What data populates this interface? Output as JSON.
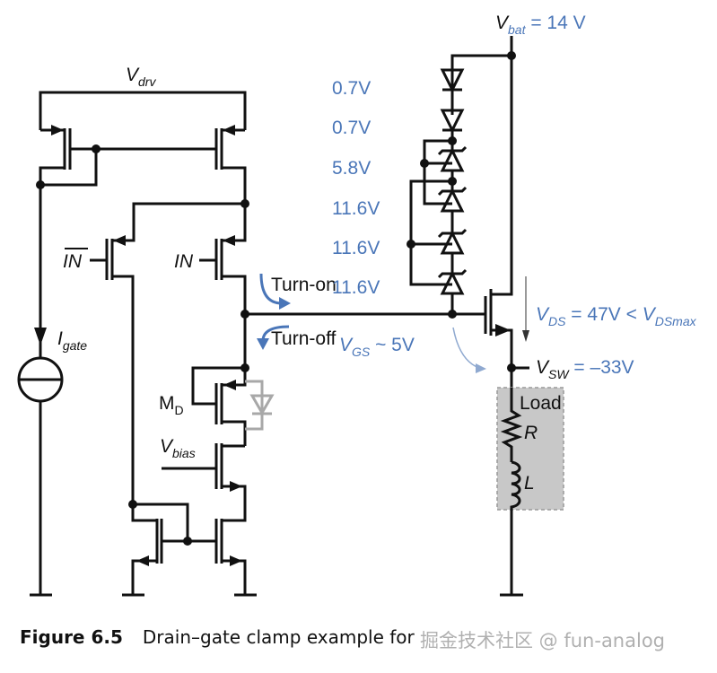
{
  "labels": {
    "vdrv": {
      "main": "V",
      "sub": "drv"
    },
    "igate": {
      "main": "I",
      "sub": "gate"
    },
    "in_bar": "IN",
    "in": "IN",
    "md": {
      "main": "M",
      "sub": "D"
    },
    "vbias": {
      "main": "V",
      "sub": "bias"
    },
    "turn_on": "Turn-on",
    "turn_off": "Turn-off",
    "load": "Load",
    "r": "R",
    "l": "L"
  },
  "annotations": {
    "vbat": {
      "main": "V",
      "sub": "bat",
      "value": " = 14 V"
    },
    "clamp_voltages": [
      "0.7V",
      "0.7V",
      "5.8V",
      "11.6V",
      "11.6V",
      "11.6V"
    ],
    "vgs": {
      "main": "V",
      "sub": "GS",
      "value": " ~ 5V"
    },
    "vds": {
      "main": "V",
      "sub": "DS",
      "value": " = 47V < ",
      "main2": "V",
      "sub2": "DSmax"
    },
    "vsw": {
      "main": "V",
      "sub": "SW",
      "value": " = –33V"
    }
  },
  "caption": {
    "figure": "Figure 6.5",
    "text": "Drain–gate clamp example for"
  },
  "watermark": "掘金技术社区 @ fun-analog",
  "colors": {
    "annotation": "#4a76b8",
    "wire": "#111111",
    "load_fill": "#c8c8c8",
    "body_diode": "#a8a8a8"
  }
}
